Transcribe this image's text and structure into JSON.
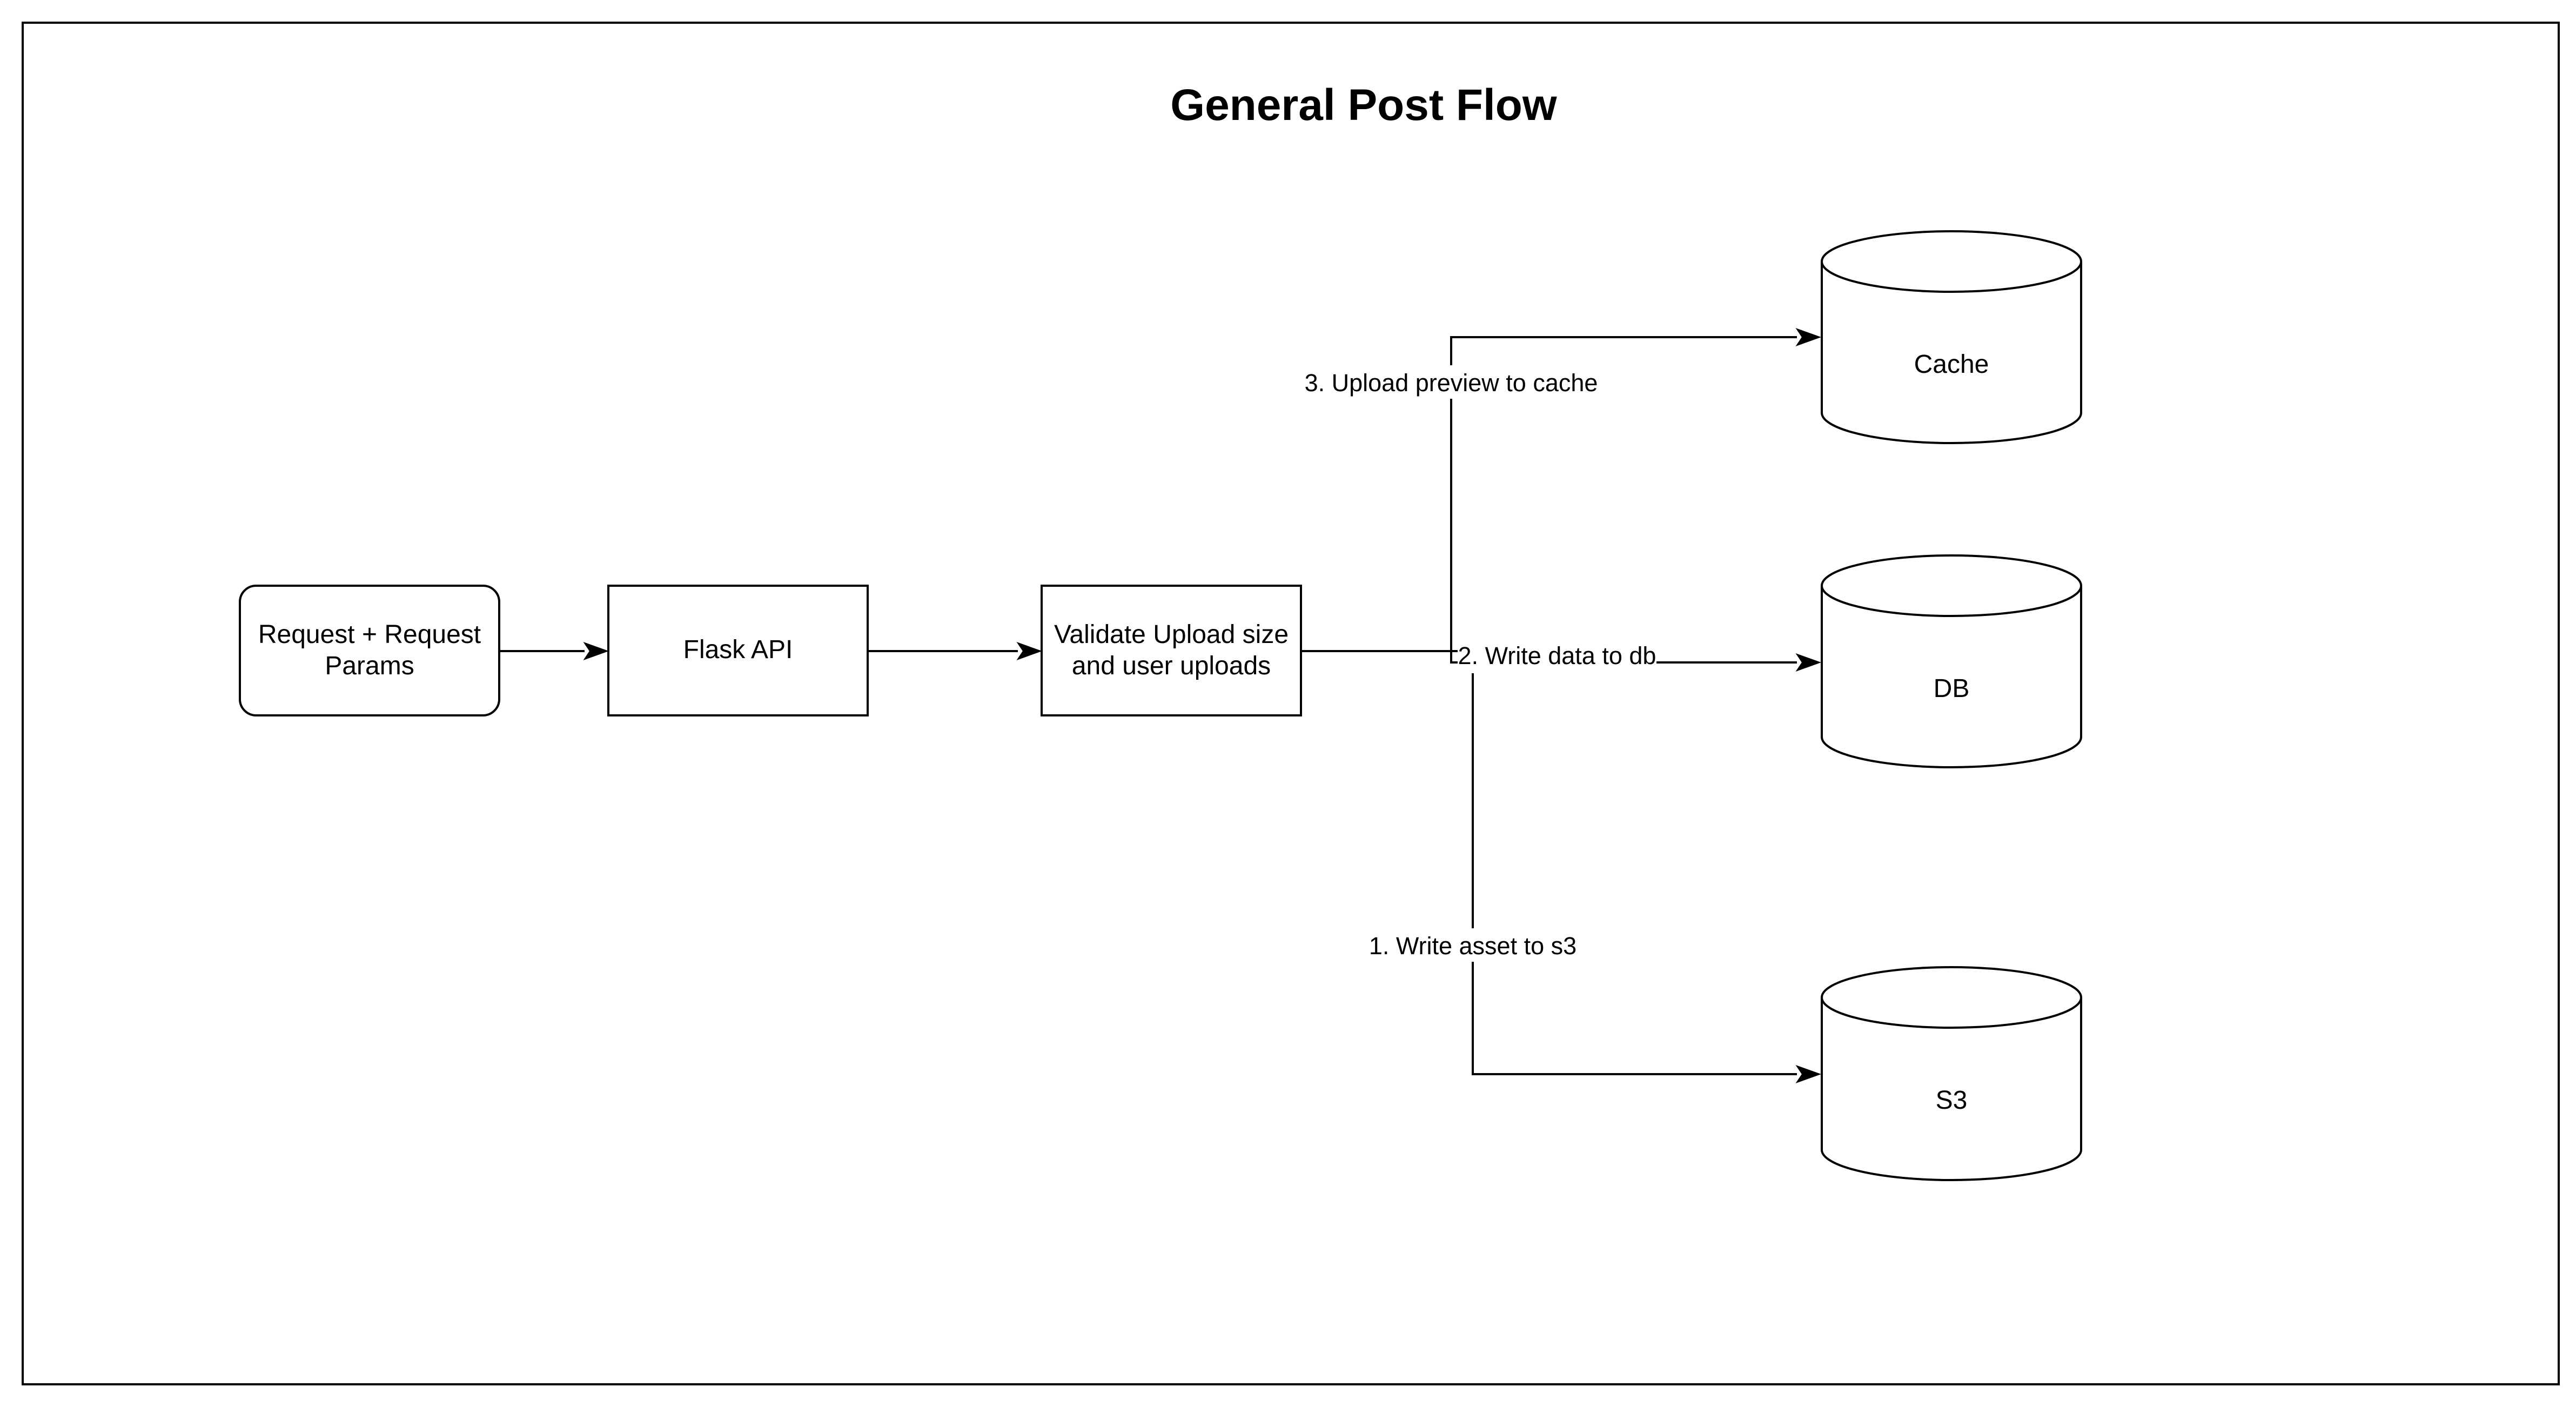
{
  "diagram": {
    "title": "General Post Flow",
    "nodes": {
      "request": {
        "line1": "Request + Request",
        "line2": "Params",
        "shape": "rounded-rectangle"
      },
      "flask": {
        "label": "Flask API",
        "shape": "rectangle"
      },
      "validate": {
        "line1": "Validate Upload size",
        "line2": "and user uploads",
        "shape": "rectangle"
      },
      "cache": {
        "label": "Cache",
        "shape": "cylinder"
      },
      "db": {
        "label": "DB",
        "shape": "cylinder"
      },
      "s3": {
        "label": "S3",
        "shape": "cylinder"
      }
    },
    "edges": {
      "request_to_flask": {
        "from": "request",
        "to": "flask",
        "label": ""
      },
      "flask_to_validate": {
        "from": "flask",
        "to": "validate",
        "label": ""
      },
      "validate_to_cache": {
        "from": "validate",
        "to": "cache",
        "label": "3. Upload preview to cache"
      },
      "validate_to_db": {
        "from": "validate",
        "to": "db",
        "label": "2. Write data to db"
      },
      "validate_to_s3": {
        "from": "validate",
        "to": "s3",
        "label": "1. Write asset to s3"
      }
    },
    "colors": {
      "stroke": "#000000",
      "fill": "#ffffff",
      "background": "#ffffff"
    }
  }
}
